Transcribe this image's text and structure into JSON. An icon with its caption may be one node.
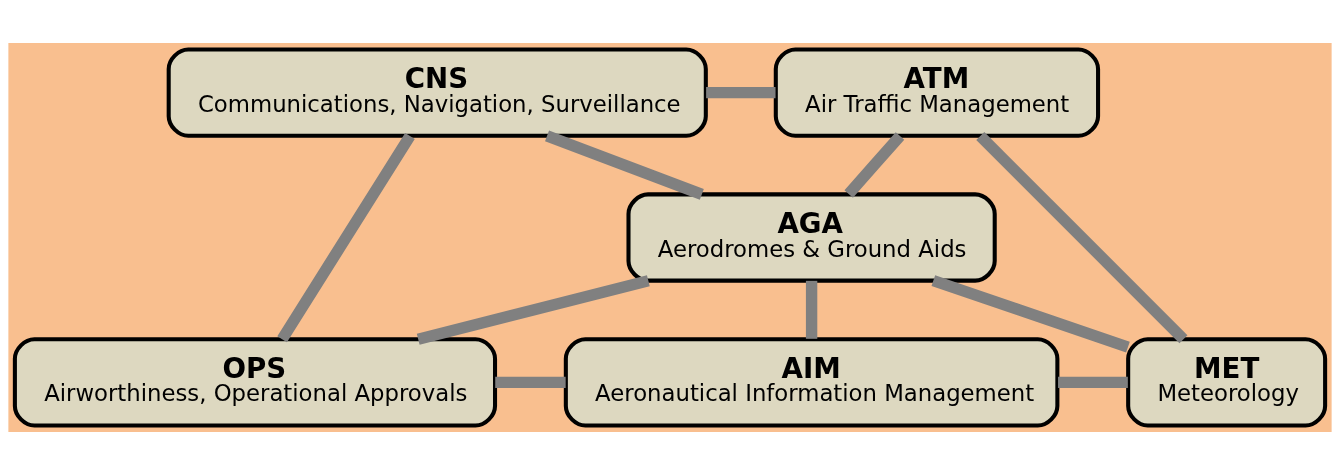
{
  "diagram": {
    "nodes": [
      {
        "text": [
          "CNS",
          "Communications, Navigation, Surveillance"
        ]
      },
      {
        "text": [
          "ATM",
          "Air Traffic Management"
        ]
      },
      {
        "text": [
          "AGA",
          "Aerodromes & Ground Aids"
        ]
      },
      {
        "text": [
          "OPS",
          "Airworthiness, Operational Approvals"
        ]
      },
      {
        "text": [
          "AIM",
          "Aeronautical Information Management"
        ]
      },
      {
        "text": [
          "MET",
          "Meteorology"
        ]
      }
    ],
    "edges": [
      {
        "from": 0,
        "to": 1,
        "arrow": "none"
      },
      {
        "from": 0,
        "to": 3,
        "arrow": "none"
      },
      {
        "from": 0,
        "to": 2,
        "arrow": "none"
      },
      {
        "from": 1,
        "to": 2,
        "arrow": "none"
      },
      {
        "from": 1,
        "to": 5,
        "arrow": "none"
      },
      {
        "from": 2,
        "to": 3,
        "arrow": "none"
      },
      {
        "from": 2,
        "to": 4,
        "arrow": "none"
      },
      {
        "from": 2,
        "to": 5,
        "arrow": "none"
      },
      {
        "from": 3,
        "to": 4,
        "arrow": "none"
      },
      {
        "from": 4,
        "to": 5,
        "arrow": "none"
      }
    ]
  }
}
